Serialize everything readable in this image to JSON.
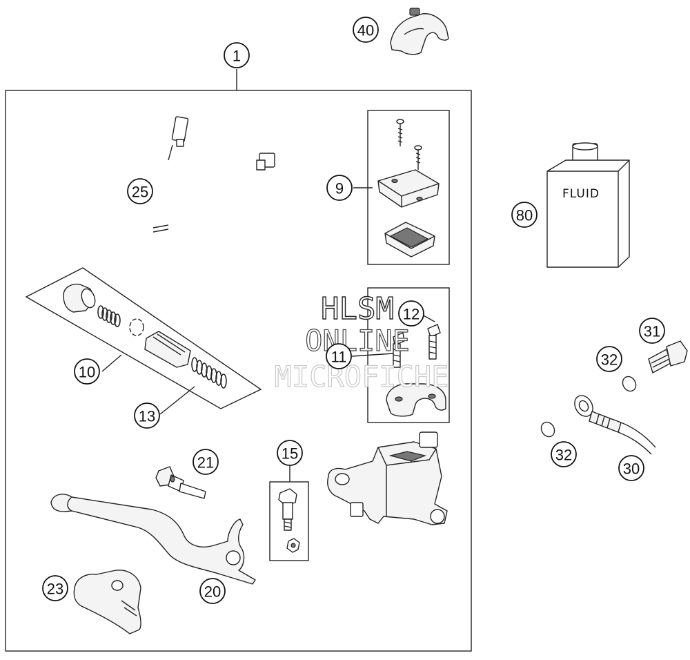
{
  "fluid_label": "FLUID",
  "watermark": {
    "line1": "HLSM",
    "line2": "ONLINE",
    "line3": "MICROFICHE"
  },
  "callouts": [
    {
      "id": "c1",
      "label": "1"
    },
    {
      "id": "c40",
      "label": "40"
    },
    {
      "id": "c25",
      "label": "25"
    },
    {
      "id": "c9",
      "label": "9"
    },
    {
      "id": "c80",
      "label": "80"
    },
    {
      "id": "c12",
      "label": "12"
    },
    {
      "id": "c11",
      "label": "11"
    },
    {
      "id": "c31",
      "label": "31"
    },
    {
      "id": "c32a",
      "label": "32"
    },
    {
      "id": "c10",
      "label": "10"
    },
    {
      "id": "c13",
      "label": "13"
    },
    {
      "id": "c32b",
      "label": "32"
    },
    {
      "id": "c30",
      "label": "30"
    },
    {
      "id": "c15",
      "label": "15"
    },
    {
      "id": "c21",
      "label": "21"
    },
    {
      "id": "c20",
      "label": "20"
    },
    {
      "id": "c23",
      "label": "23"
    }
  ]
}
